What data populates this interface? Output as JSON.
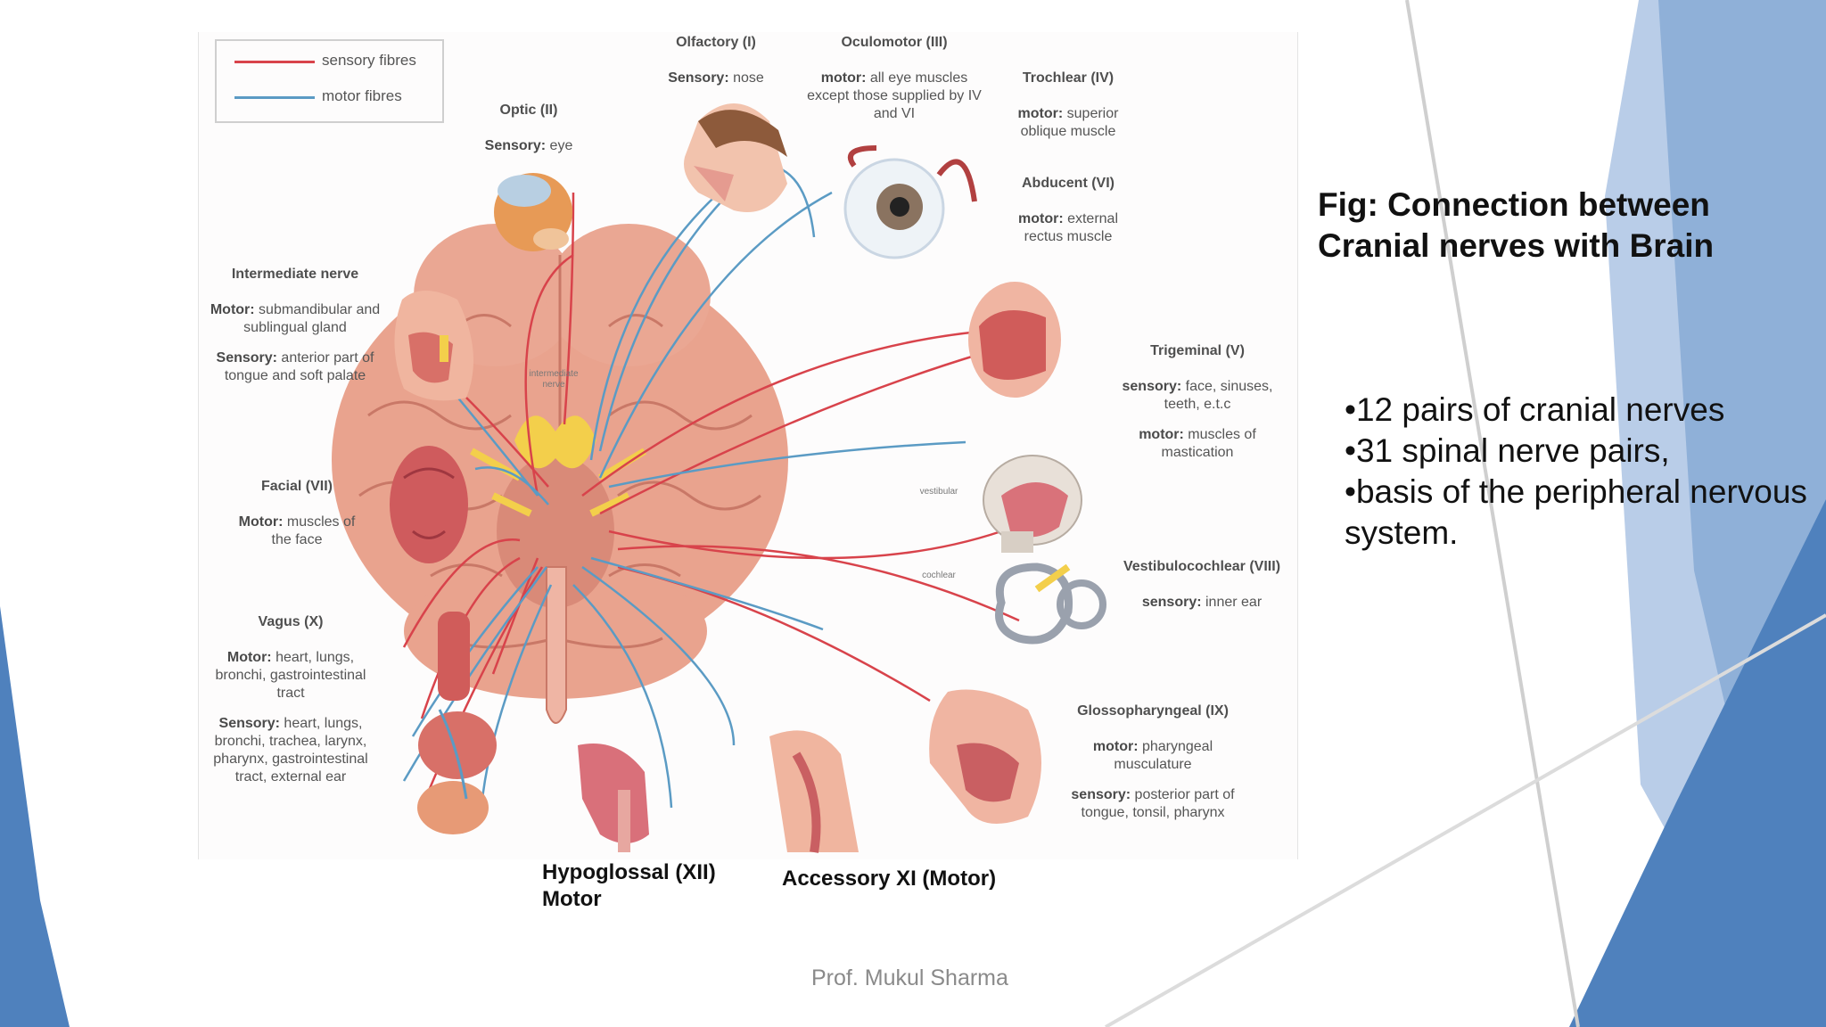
{
  "slide": {
    "title": "Fig: Connection between Cranial nerves with Brain",
    "bullets": [
      "•12 pairs of cranial nerves",
      "•31 spinal nerve pairs,",
      "•basis of the peripheral nervous system."
    ],
    "footer": "Prof. Mukul Sharma"
  },
  "figure": {
    "legend": {
      "sensory": "sensory fibres",
      "motor": "motor fibres",
      "sensory_color": "#d8434b",
      "motor_color": "#5b9bc4"
    },
    "nerves": {
      "olfactory": {
        "name": "Olfactory (I)",
        "k1": "Sensory:",
        "v1": " nose"
      },
      "oculomotor": {
        "name": "Oculomotor (III)",
        "k1": "motor:",
        "v1": " all eye muscles except those supplied by IV and VI"
      },
      "trochlear": {
        "name": "Trochlear (IV)",
        "k1": "motor:",
        "v1": " superior oblique muscle"
      },
      "abducent": {
        "name": "Abducent (VI)",
        "k1": "motor:",
        "v1": " external rectus muscle"
      },
      "optic": {
        "name": "Optic (II)",
        "k1": "Sensory:",
        "v1": " eye"
      },
      "intermediate": {
        "name": "Intermediate nerve",
        "k1": "Motor:",
        "v1": " submandibular and sublingual gland",
        "k2": "Sensory:",
        "v2": " anterior part of tongue and soft palate"
      },
      "trigeminal": {
        "name": "Trigeminal (V)",
        "k1": "sensory:",
        "v1": " face, sinuses, teeth, e.t.c",
        "k2": "motor:",
        "v2": " muscles of mastication"
      },
      "facial": {
        "name": "Facial (VII)",
        "k1": "Motor:",
        "v1": " muscles of the face"
      },
      "vestibulocochlear": {
        "name": "Vestibulocochlear (VIII)",
        "k1": "sensory:",
        "v1": " inner ear"
      },
      "vagus": {
        "name": "Vagus (X)",
        "k1": "Motor:",
        "v1": " heart, lungs, bronchi, gastrointestinal tract",
        "k2": "Sensory:",
        "v2": " heart, lungs, bronchi, trachea, larynx, pharynx, gastrointestinal tract, external ear"
      },
      "glossopharyngeal": {
        "name": "Glossopharyngeal (IX)",
        "k1": "motor:",
        "v1": " pharyngeal musculature",
        "k2": "sensory:",
        "v2": " posterior part of tongue, tonsil, pharynx"
      }
    },
    "small_labels": {
      "intermediate_nerve": "intermediate nerve",
      "vestibular": "vestibular",
      "cochlear": "cochlear"
    },
    "captions": {
      "hypoglossal": "Hypoglossal (XII)\nMotor",
      "accessory": "Accessory XI (Motor)"
    }
  },
  "colors": {
    "accent_blue": "#4f81bd",
    "light_blue": "#8fb0d8"
  }
}
